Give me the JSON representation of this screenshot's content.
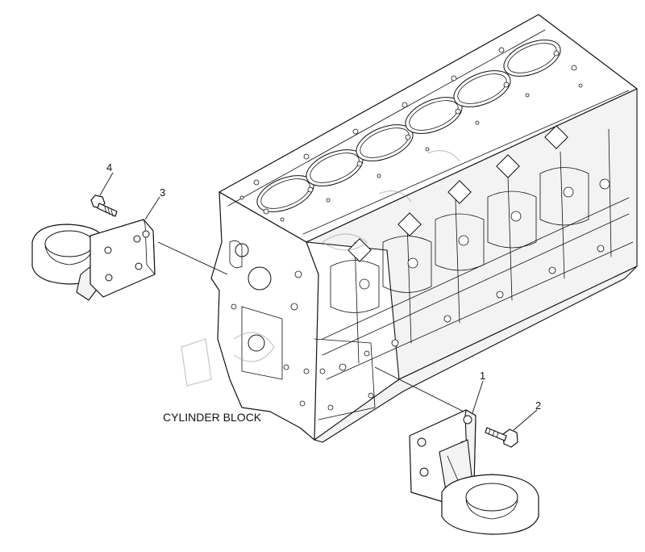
{
  "labels": {
    "cylinder_block": "CYLINDER BLOCK",
    "part_1": "1",
    "part_2": "2",
    "part_3": "3",
    "part_4": "4"
  }
}
